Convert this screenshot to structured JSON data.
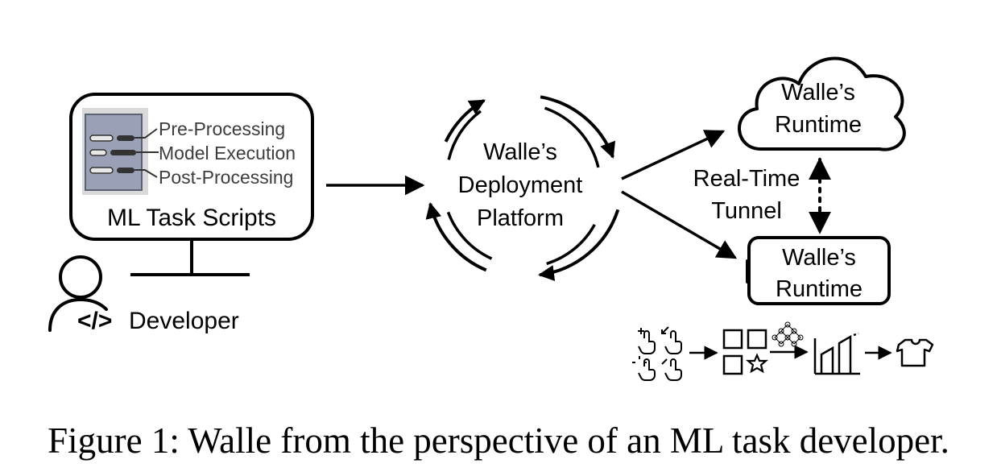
{
  "developer": {
    "monitor_title": "ML Task Scripts",
    "script_items": [
      "Pre-Processing",
      "Model Execution",
      "Post-Processing"
    ],
    "label": "Developer",
    "code_glyph": "</>"
  },
  "platform": {
    "lines": [
      "Walle’s",
      "Deployment",
      "Platform"
    ]
  },
  "cloud_runtime": {
    "lines": [
      "Walle’s",
      "Runtime"
    ]
  },
  "device_runtime": {
    "lines": [
      "Walle’s",
      "Runtime"
    ]
  },
  "tunnel": {
    "lines": [
      "Real-Time",
      "Tunnel"
    ]
  },
  "icons": [
    "hand-gesture-icon",
    "grid-icon",
    "star-icon",
    "neural-network-icon",
    "bar-chart-icon",
    "tshirt-icon"
  ],
  "caption": "Figure 1: Walle from the perspective of an ML task developer.",
  "colors": {
    "stroke": "#000000",
    "document_fill": "#9aa1b6",
    "document_shadow": "#d9d9d9"
  }
}
